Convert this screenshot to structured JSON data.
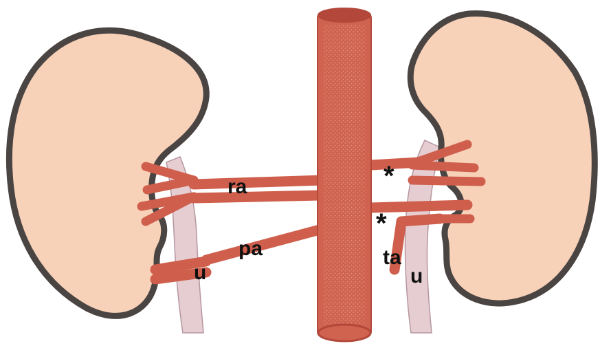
{
  "labels": {
    "ra": "ra",
    "pa": "pa",
    "u_left": "u",
    "u_right": "u",
    "ta": "ta",
    "star_upper": "*",
    "star_lower": "*"
  },
  "colors": {
    "kidney_fill": "#f7d2b8",
    "kidney_outline": "#4a4443",
    "aorta": "#d06350",
    "aorta_dark": "#b2473a",
    "artery": "#cf5f4c",
    "artery_dark": "#a8443a",
    "ureter": "#e6cdd2",
    "ureter_edge": "#b596a0",
    "background": "#ffffff"
  }
}
